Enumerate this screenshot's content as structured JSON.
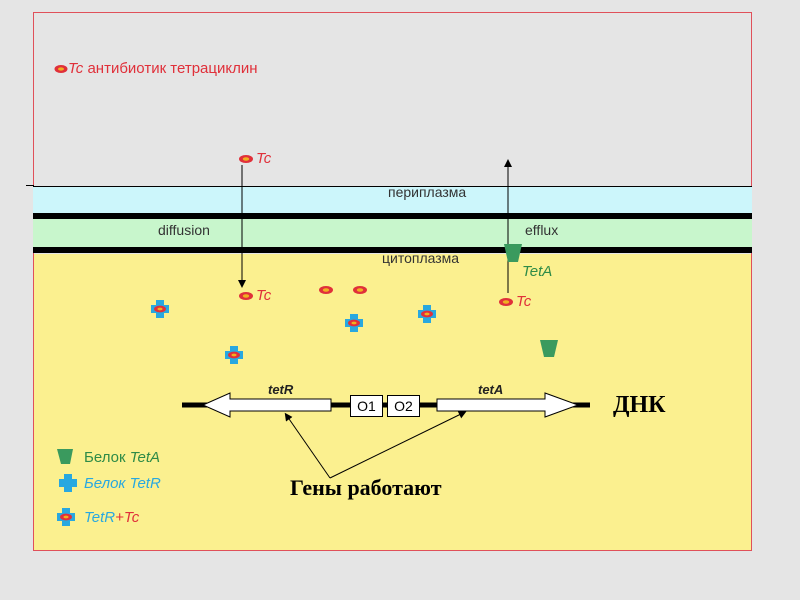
{
  "legend_tc": {
    "abbrev": "Tc",
    "text": " антибиотик тетрациклин"
  },
  "regions": {
    "periplasm": "периплазма",
    "cytoplasm": "цитоплазма",
    "diffusion": "diffusion",
    "efflux": "efflux"
  },
  "molecules": {
    "tc": "Tc",
    "teta": "TetA"
  },
  "dna": {
    "label": "ДНК",
    "gene_left": "tetR",
    "gene_right": "tetA",
    "operator1": "O1",
    "operator2": "O2"
  },
  "caption": "Гены работают",
  "legend": {
    "teta_protein_prefix": "Белок ",
    "teta_protein_name": "TetA",
    "tetr_protein": "Белок TetR",
    "complex_left": "TetR",
    "complex_plus": "+",
    "complex_right": "Tc"
  },
  "colors": {
    "cell_yellow": "#fbf08f",
    "periplasm_blue": "#ccf6fb",
    "membrane_green": "#c8f6cc",
    "tc_red": "#e0303a",
    "teta_green": "#3a9a5e",
    "tetr_blue": "#28a8e0"
  },
  "icons": {
    "tc": "tetracycline-molecule-icon",
    "teta": "teta-protein-icon",
    "tetr": "tetr-tc-complex-icon"
  }
}
